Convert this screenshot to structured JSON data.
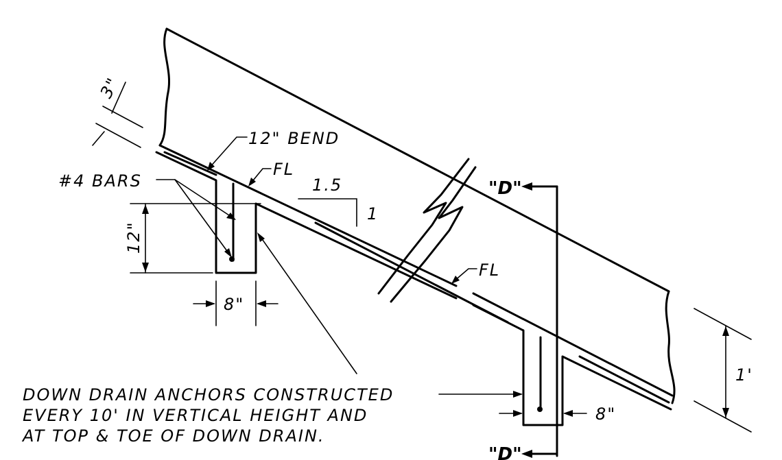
{
  "labels": {
    "dim_3in": "3\"",
    "bend_12in": "12\" BEND",
    "bars": "#4 BARS",
    "fl_upper": "FL",
    "fl_lower": "FL",
    "slope_run": "1.5",
    "slope_rise": "1",
    "dim_12in": "12\"",
    "dim_8in_left": "8\"",
    "dim_8in_right": "8\"",
    "dim_1ft": "1'",
    "section_top": "\"D\"",
    "section_bottom": "\"D\""
  },
  "note": {
    "line1": "DOWN DRAIN ANCHORS CONSTRUCTED",
    "line2": "EVERY 10' IN VERTICAL HEIGHT AND",
    "line3": "AT TOP & TOE OF DOWN DRAIN."
  }
}
